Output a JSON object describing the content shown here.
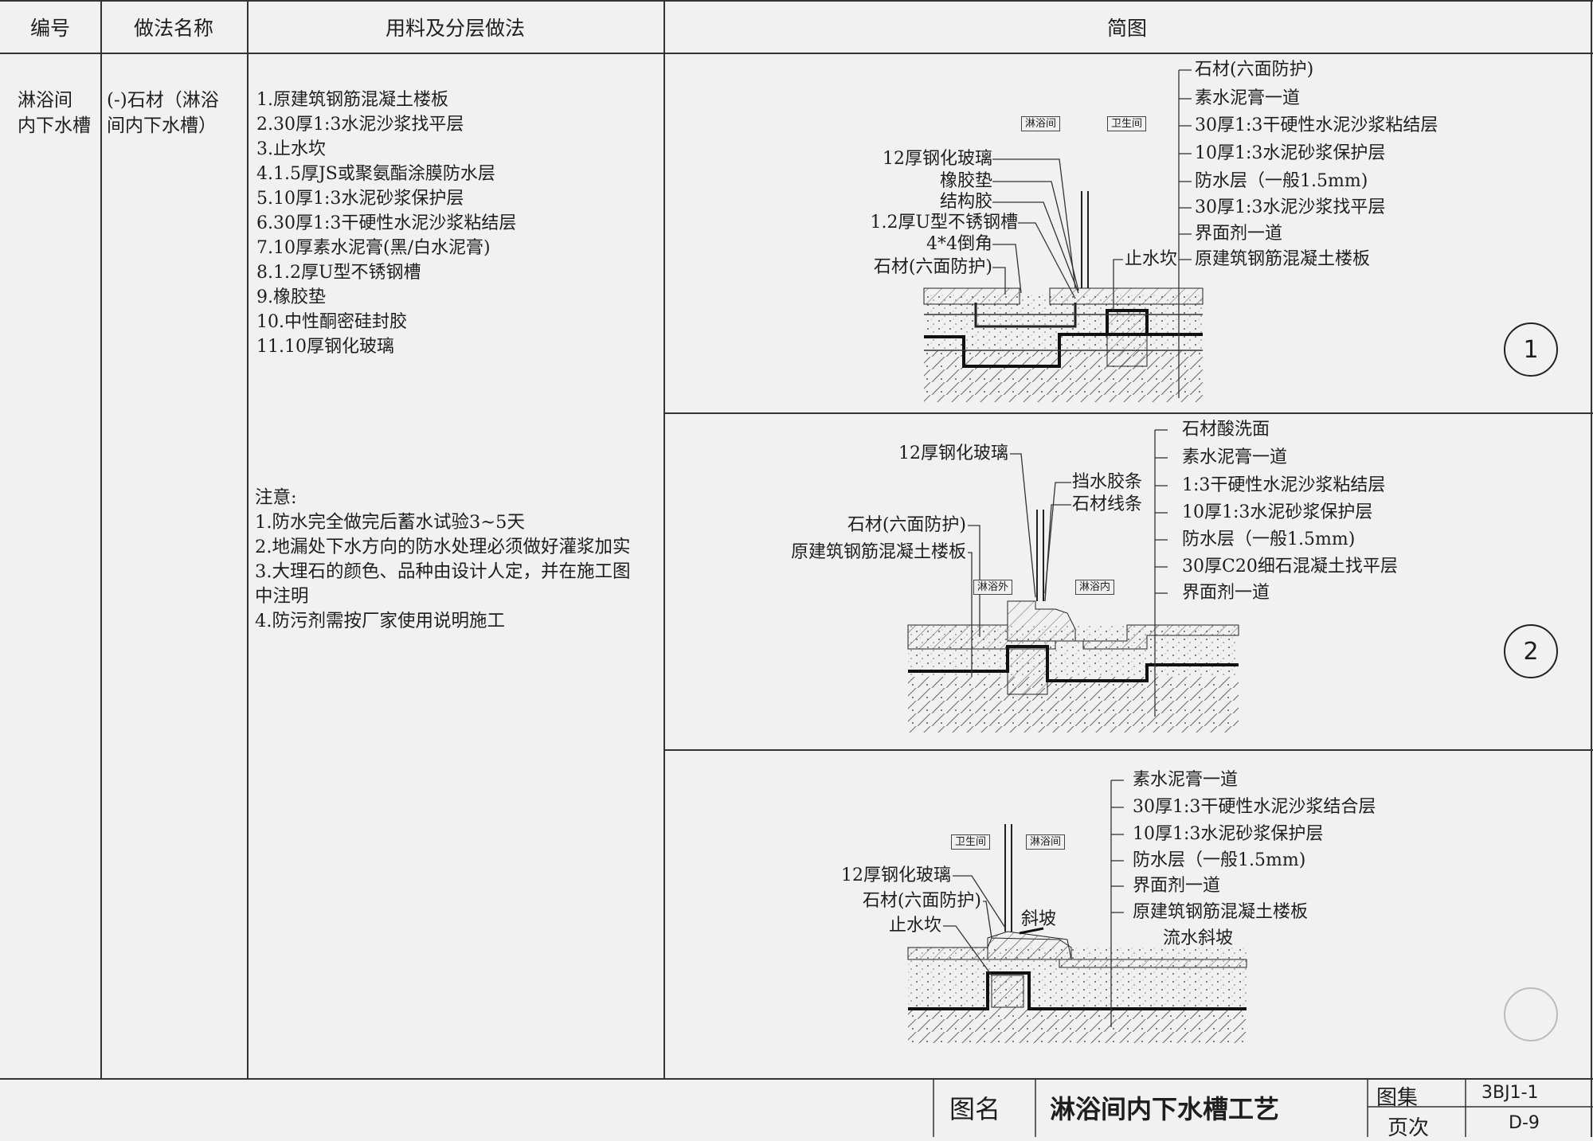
{
  "header": {
    "col_code": "编号",
    "col_name": "做法名称",
    "col_materials": "用料及分层做法",
    "col_diagram": "简图"
  },
  "row": {
    "code": "淋浴间\n内下水槽",
    "name": "(-)石材（淋浴\n间内下水槽）",
    "steps": [
      "1.原建筑钢筋混凝土楼板",
      "2.30厚1:3水泥沙浆找平层",
      "3.止水坎",
      "4.1.5厚JS或聚氨酯涂膜防水层",
      "5.10厚1:3水泥砂浆保护层",
      "6.30厚1:3干硬性水泥沙浆粘结层",
      "7.10厚素水泥膏(黑/白水泥膏)",
      "8.1.2厚U型不锈钢槽",
      "9.橡胶垫",
      "10.中性酮密硅封胶",
      "11.10厚钢化玻璃"
    ],
    "notes_title": "注意:",
    "notes": [
      "1.防水完全做完后蓄水试验3~5天",
      "2.地漏处下水方向的防水处理必须做好灌浆加实",
      "3.大理石的颜色、品种由设计人定，并在施工图",
      "中注明",
      "4.防污剂需按厂家使用说明施工"
    ]
  },
  "detail1": {
    "number": "1",
    "tag_left": "淋浴间",
    "tag_right": "卫生间",
    "left_labels": [
      "12厚钢化玻璃",
      "橡胶垫",
      "结构胶",
      "1.2厚U型不锈钢槽",
      "4*4倒角",
      "石材(六面防护)"
    ],
    "mid_label": "止水坎",
    "right_labels": [
      "石材(六面防护)",
      "素水泥膏一道",
      "30厚1:3干硬性水泥沙浆粘结层",
      "10厚1:3水泥砂浆保护层",
      "防水层（一般1.5mm)",
      "30厚1:3水泥沙浆找平层",
      "界面剂一道",
      "原建筑钢筋混凝土楼板"
    ]
  },
  "detail2": {
    "number": "2",
    "tag_left": "淋浴外",
    "tag_right": "淋浴内",
    "left_labels": [
      "12厚钢化玻璃",
      "石材(六面防护)",
      "原建筑钢筋混凝土楼板"
    ],
    "mid_labels": [
      "挡水胶条",
      "石材线条"
    ],
    "right_labels": [
      "石材酸洗面",
      "素水泥膏一道",
      "1:3干硬性水泥沙浆粘结层",
      "10厚1:3水泥砂浆保护层",
      "防水层（一般1.5mm)",
      "30厚C20细石混凝土找平层",
      "界面剂一道"
    ]
  },
  "detail3": {
    "tag_left": "卫生间",
    "tag_right": "淋浴间",
    "left_labels": [
      "12厚钢化玻璃",
      "石材(六面防护)",
      "止水坎"
    ],
    "mid_label": "斜坡",
    "right_labels": [
      "素水泥膏一道",
      "30厚1:3干硬性水泥沙浆结合层",
      "10厚1:3水泥砂浆保护层",
      "防水层（一般1.5mm)",
      "界面剂一道",
      "原建筑钢筋混凝土楼板"
    ],
    "flow_label": "流水斜坡"
  },
  "title_block": {
    "name_label": "图名",
    "name_value": "淋浴间内下水槽工艺",
    "atlas_label": "图集",
    "atlas_value": "3BJ1-1",
    "page_label": "页次",
    "page_value": "D-9"
  }
}
